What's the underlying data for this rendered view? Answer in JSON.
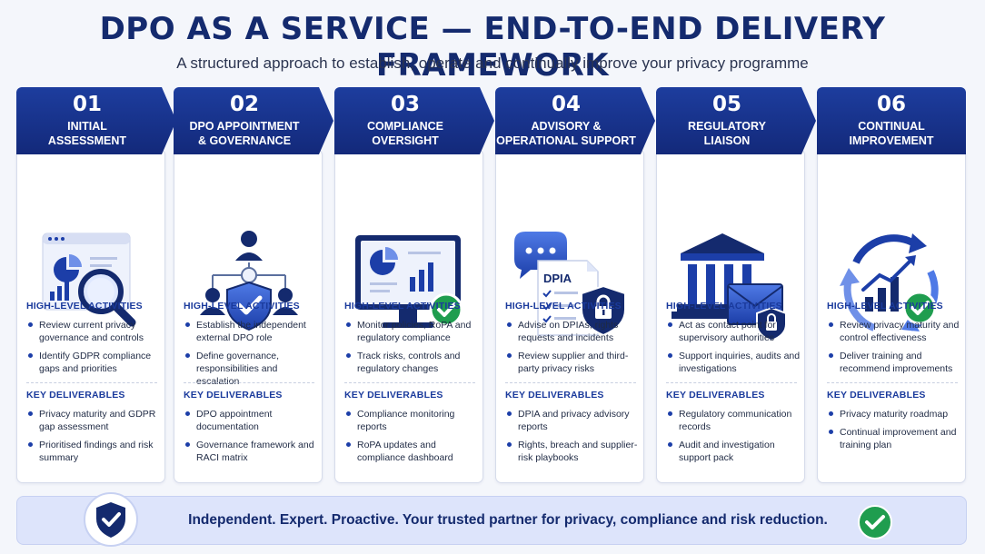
{
  "header": {
    "title": "DPO AS A SERVICE — END-TO-END DELIVERY FRAMEWORK",
    "subtitle": "A structured approach to establish, operate and continually improve your privacy programme"
  },
  "labels": {
    "activities": "HIGH-LEVEL ACTIVITIES",
    "deliverables": "KEY DELIVERABLES"
  },
  "colors": {
    "primary": "#142a6e",
    "accent": "#1c3ea8",
    "success": "#1f9d4f",
    "banner": "#dde4fb"
  },
  "steps": [
    {
      "number": "01",
      "title1": "INITIAL",
      "title2": "ASSESSMENT",
      "icon": "magnifier-report-icon",
      "activities": [
        "Review current privacy governance and controls",
        "Identify GDPR compliance gaps and priorities"
      ],
      "deliverables": [
        "Privacy maturity and GDPR gap assessment",
        "Prioritised findings and risk summary"
      ]
    },
    {
      "number": "02",
      "title1": "DPO APPOINTMENT",
      "title2": "& GOVERNANCE",
      "icon": "org-shield-icon",
      "activities": [
        "Establish the independent external DPO role",
        "Define governance, responsibilities and escalation"
      ],
      "deliverables": [
        "DPO appointment documentation",
        "Governance framework and RACI matrix"
      ]
    },
    {
      "number": "03",
      "title1": "COMPLIANCE",
      "title2": "OVERSIGHT",
      "icon": "monitor-check-icon",
      "activities": [
        "Monitor policies, RoPA and regulatory compliance",
        "Track risks, controls and regulatory changes"
      ],
      "deliverables": [
        "Compliance monitoring reports",
        "RoPA updates and compliance dashboard"
      ]
    },
    {
      "number": "04",
      "title1": "ADVISORY &",
      "title2": "OPERATIONAL SUPPORT",
      "icon": "dpia-document-icon",
      "doc_label": "DPIA",
      "activities": [
        "Advise on DPIAs, rights requests and incidents",
        "Review supplier and third-party privacy risks"
      ],
      "deliverables": [
        "DPIA and privacy advisory reports",
        "Rights, breach and supplier-risk playbooks"
      ]
    },
    {
      "number": "05",
      "title1": "REGULATORY",
      "title2": "LIAISON",
      "icon": "institution-mail-icon",
      "activities": [
        "Act as contact point for supervisory authorities",
        "Support inquiries, audits and investigations"
      ],
      "deliverables": [
        "Regulatory communication records",
        "Audit and investigation support pack"
      ]
    },
    {
      "number": "06",
      "title1": "CONTINUAL",
      "title2": "IMPROVEMENT",
      "icon": "improvement-cycle-icon",
      "activities": [
        "Review privacy maturity and control effectiveness",
        "Deliver training and recommend improvements"
      ],
      "deliverables": [
        "Privacy maturity roadmap",
        "Continual improvement and training plan"
      ]
    }
  ],
  "banner": {
    "text": "Independent. Expert. Proactive. Your trusted partner for privacy, compliance and risk reduction.",
    "left_icon": "shield-check-icon",
    "right_icon": "check-circle-icon"
  }
}
